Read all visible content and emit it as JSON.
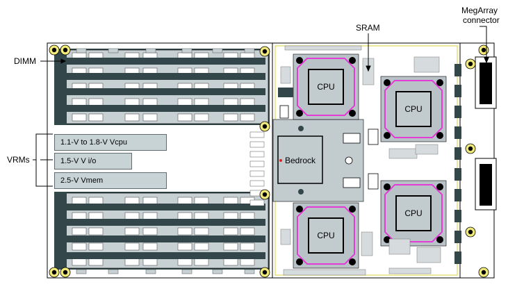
{
  "labels": {
    "dimm": "DIMM",
    "sram": "SRAM",
    "megarray": "MegArray\nconnector",
    "megarray_line1": "MegArray",
    "megarray_line2": "connector",
    "vrms": "VRMs",
    "bedrock": "Bedrock",
    "cpu": "CPU"
  },
  "vrm_boxes": [
    "1.1-V  to 1.8-V Vcpu",
    "1.5-V V i/o",
    "2.5-V Vmem"
  ],
  "small_chip_label": "▪◦◦",
  "colors": {
    "board_dark": "#33474a",
    "board_light": "#cbd3d6",
    "cpu_pink": "#e23bd6",
    "cpu_fill": "#b9c3c7",
    "line": "#000000"
  }
}
